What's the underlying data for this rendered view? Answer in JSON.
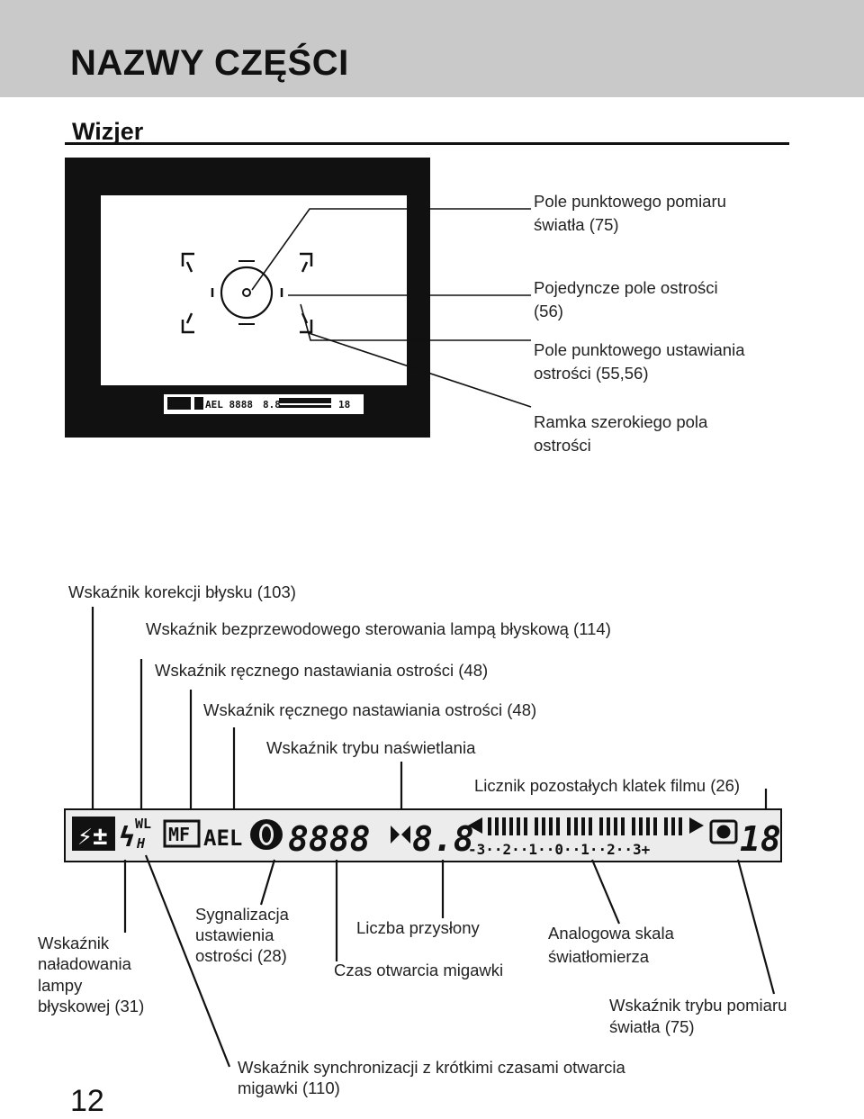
{
  "page": {
    "title": "NAZWY CZĘŚCI",
    "section": "Wizjer",
    "page_number": "12"
  },
  "viewfinder_callouts": {
    "spot_metering_l1": "Pole punktowego pomiaru",
    "spot_metering_l2": "światła (75)",
    "single_focus_l1": "Pojedyncze pole ostrości",
    "single_focus_l2": "(56)",
    "spot_focus_l1": "Pole punktowego ustawiania",
    "spot_focus_l2": "ostrości (55,56)",
    "wide_focus_l1": "Ramka szerokiego pola",
    "wide_focus_l2": "ostrości"
  },
  "top_callouts": {
    "flash_comp": "Wskaźnik korekcji błysku (103)",
    "wireless_flash": "Wskaźnik bezprzewodowego sterowania lampą błyskową (114)",
    "manual_focus_1": "Wskaźnik ręcznego nastawiania ostrości (48)",
    "manual_focus_2": "Wskaźnik ręcznego nastawiania ostrości (48)",
    "exposure_mode": "Wskaźnik trybu naświetlania",
    "frame_counter": "Licznik pozostałych klatek filmu (26)"
  },
  "lcd": {
    "wl": "WL",
    "h": "H",
    "mf": "MF",
    "ael": "AEL",
    "shutter": "8888",
    "aperture": "8.8",
    "scale": "-3··2··1··0··1··2··3+",
    "counter": "18"
  },
  "bottom_callouts": {
    "flash_ready_l1": "Wskaźnik",
    "flash_ready_l2": "naładowania",
    "flash_ready_l3": "lampy",
    "flash_ready_l4": "błyskowej (31)",
    "focus_signal_l1": "Sygnalizacja",
    "focus_signal_l2": "ustawienia",
    "focus_signal_l3": "ostrości (28)",
    "aperture": "Liczba przysłony",
    "shutter_speed": "Czas otwarcia migawki",
    "analog_scale_l1": "Analogowa skala",
    "analog_scale_l2": "światłomierza",
    "metering_mode_l1": "Wskaźnik trybu pomiaru",
    "metering_mode_l2": "światła (75)",
    "hss_l1": "Wskaźnik synchronizacji z krótkimi czasami otwarcia",
    "hss_l2": "migawki (110)"
  },
  "colors": {
    "header_band": "#c9c9c9",
    "ink": "#111111"
  }
}
